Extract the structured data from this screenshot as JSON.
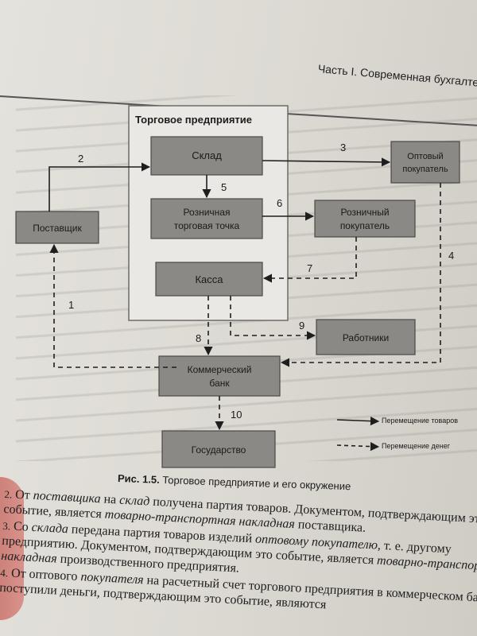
{
  "header": {
    "text": "Часть I. Современная бухгалтерский учет"
  },
  "diagram": {
    "group_title": "Торговое предприятие",
    "nodes": {
      "supplier": "Поставщик",
      "warehouse": "Склад",
      "wholesale": [
        "Оптовый",
        "покупатель"
      ],
      "retail_point": [
        "Розничная",
        "торговая точка"
      ],
      "retail_buyer": [
        "Розничный",
        "покупатель"
      ],
      "cashbox": "Касса",
      "workers": "Работники",
      "bank": [
        "Коммерческий",
        "банк"
      ],
      "state": "Государство"
    },
    "flows": [
      "1",
      "2",
      "3",
      "4",
      "5",
      "6",
      "7",
      "8",
      "9",
      "10"
    ],
    "legend": {
      "goods": "Перемещение товаров",
      "money": "Перемещение денег"
    }
  },
  "caption": {
    "label": "Рис. 1.5.",
    "text": "Торговое предприятие и его окружение"
  },
  "paragraphs": [
    {
      "num": "2.",
      "a": "От ",
      "em1": "поставщика",
      "b": " на ",
      "em2": "склад",
      "c": " получена партия товаров. Документом, подтверждающим это событие, является ",
      "em3": "товарно-транспортная накладная",
      "d": " поставщика."
    },
    {
      "num": "3.",
      "a": "Со ",
      "em1": "склада",
      "b": " передана партия товаров изделий ",
      "em2": "оптовому покупателю",
      "c": ", т. е. другому предприятию. Документом, подтверждающим это событие, является ",
      "em3": "товарно-транспортная накладная",
      "d": " производственного предприятия."
    },
    {
      "num": "4.",
      "a": "От оптового ",
      "em1": "покупателя",
      "b": " на расчетный счет торгового предприятия в коммерческом банке поступили деньги, подтверждающим это событие, являются",
      "em2": "",
      "c": "",
      "em3": "",
      "d": ""
    }
  ]
}
